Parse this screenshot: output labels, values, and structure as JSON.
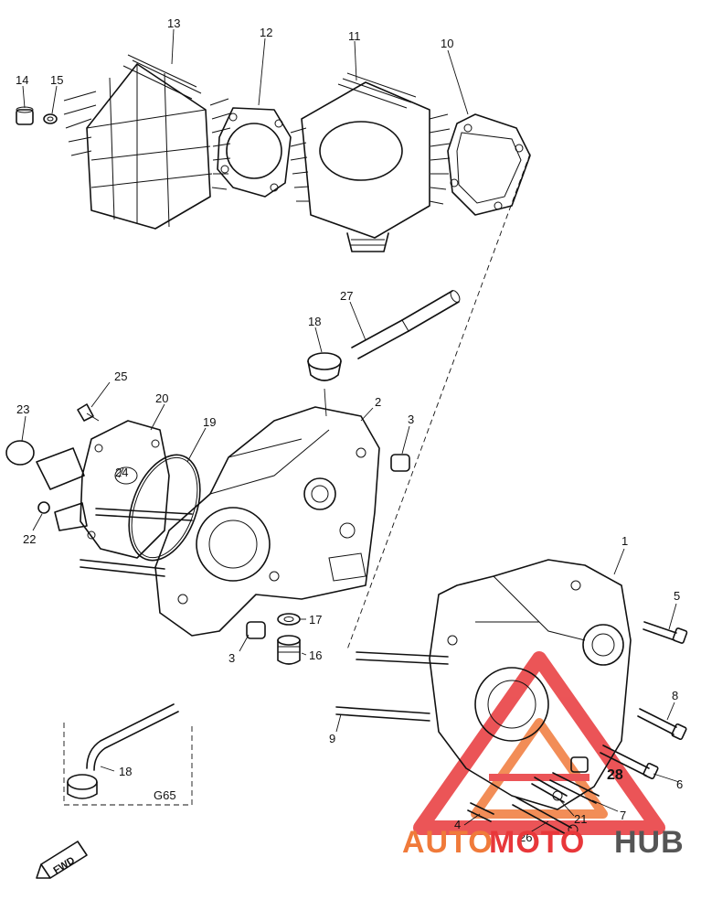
{
  "parts": {
    "p1": "1",
    "p2": "2",
    "p3a": "3",
    "p3b": "3",
    "p4": "4",
    "p5": "5",
    "p6": "6",
    "p7": "7",
    "p8": "8",
    "p9": "9",
    "p10": "10",
    "p11": "11",
    "p12": "12",
    "p13": "13",
    "p14": "14",
    "p15": "15",
    "p16": "16",
    "p17": "17",
    "p18a": "18",
    "p18b": "18",
    "p19": "19",
    "p20": "20",
    "p21": "21",
    "p22": "22",
    "p23": "23",
    "p24": "24",
    "p25": "25",
    "p26": "26",
    "p27": "27",
    "p28": "28"
  },
  "inset_label": "G65",
  "fwd_label": "FWD",
  "watermark": {
    "part1": "AUTO",
    "part2": "MOTO",
    "part3": "HUB",
    "color_primary": "#f07a3a",
    "color_secondary": "#e8373a",
    "color_dark": "#555555"
  }
}
